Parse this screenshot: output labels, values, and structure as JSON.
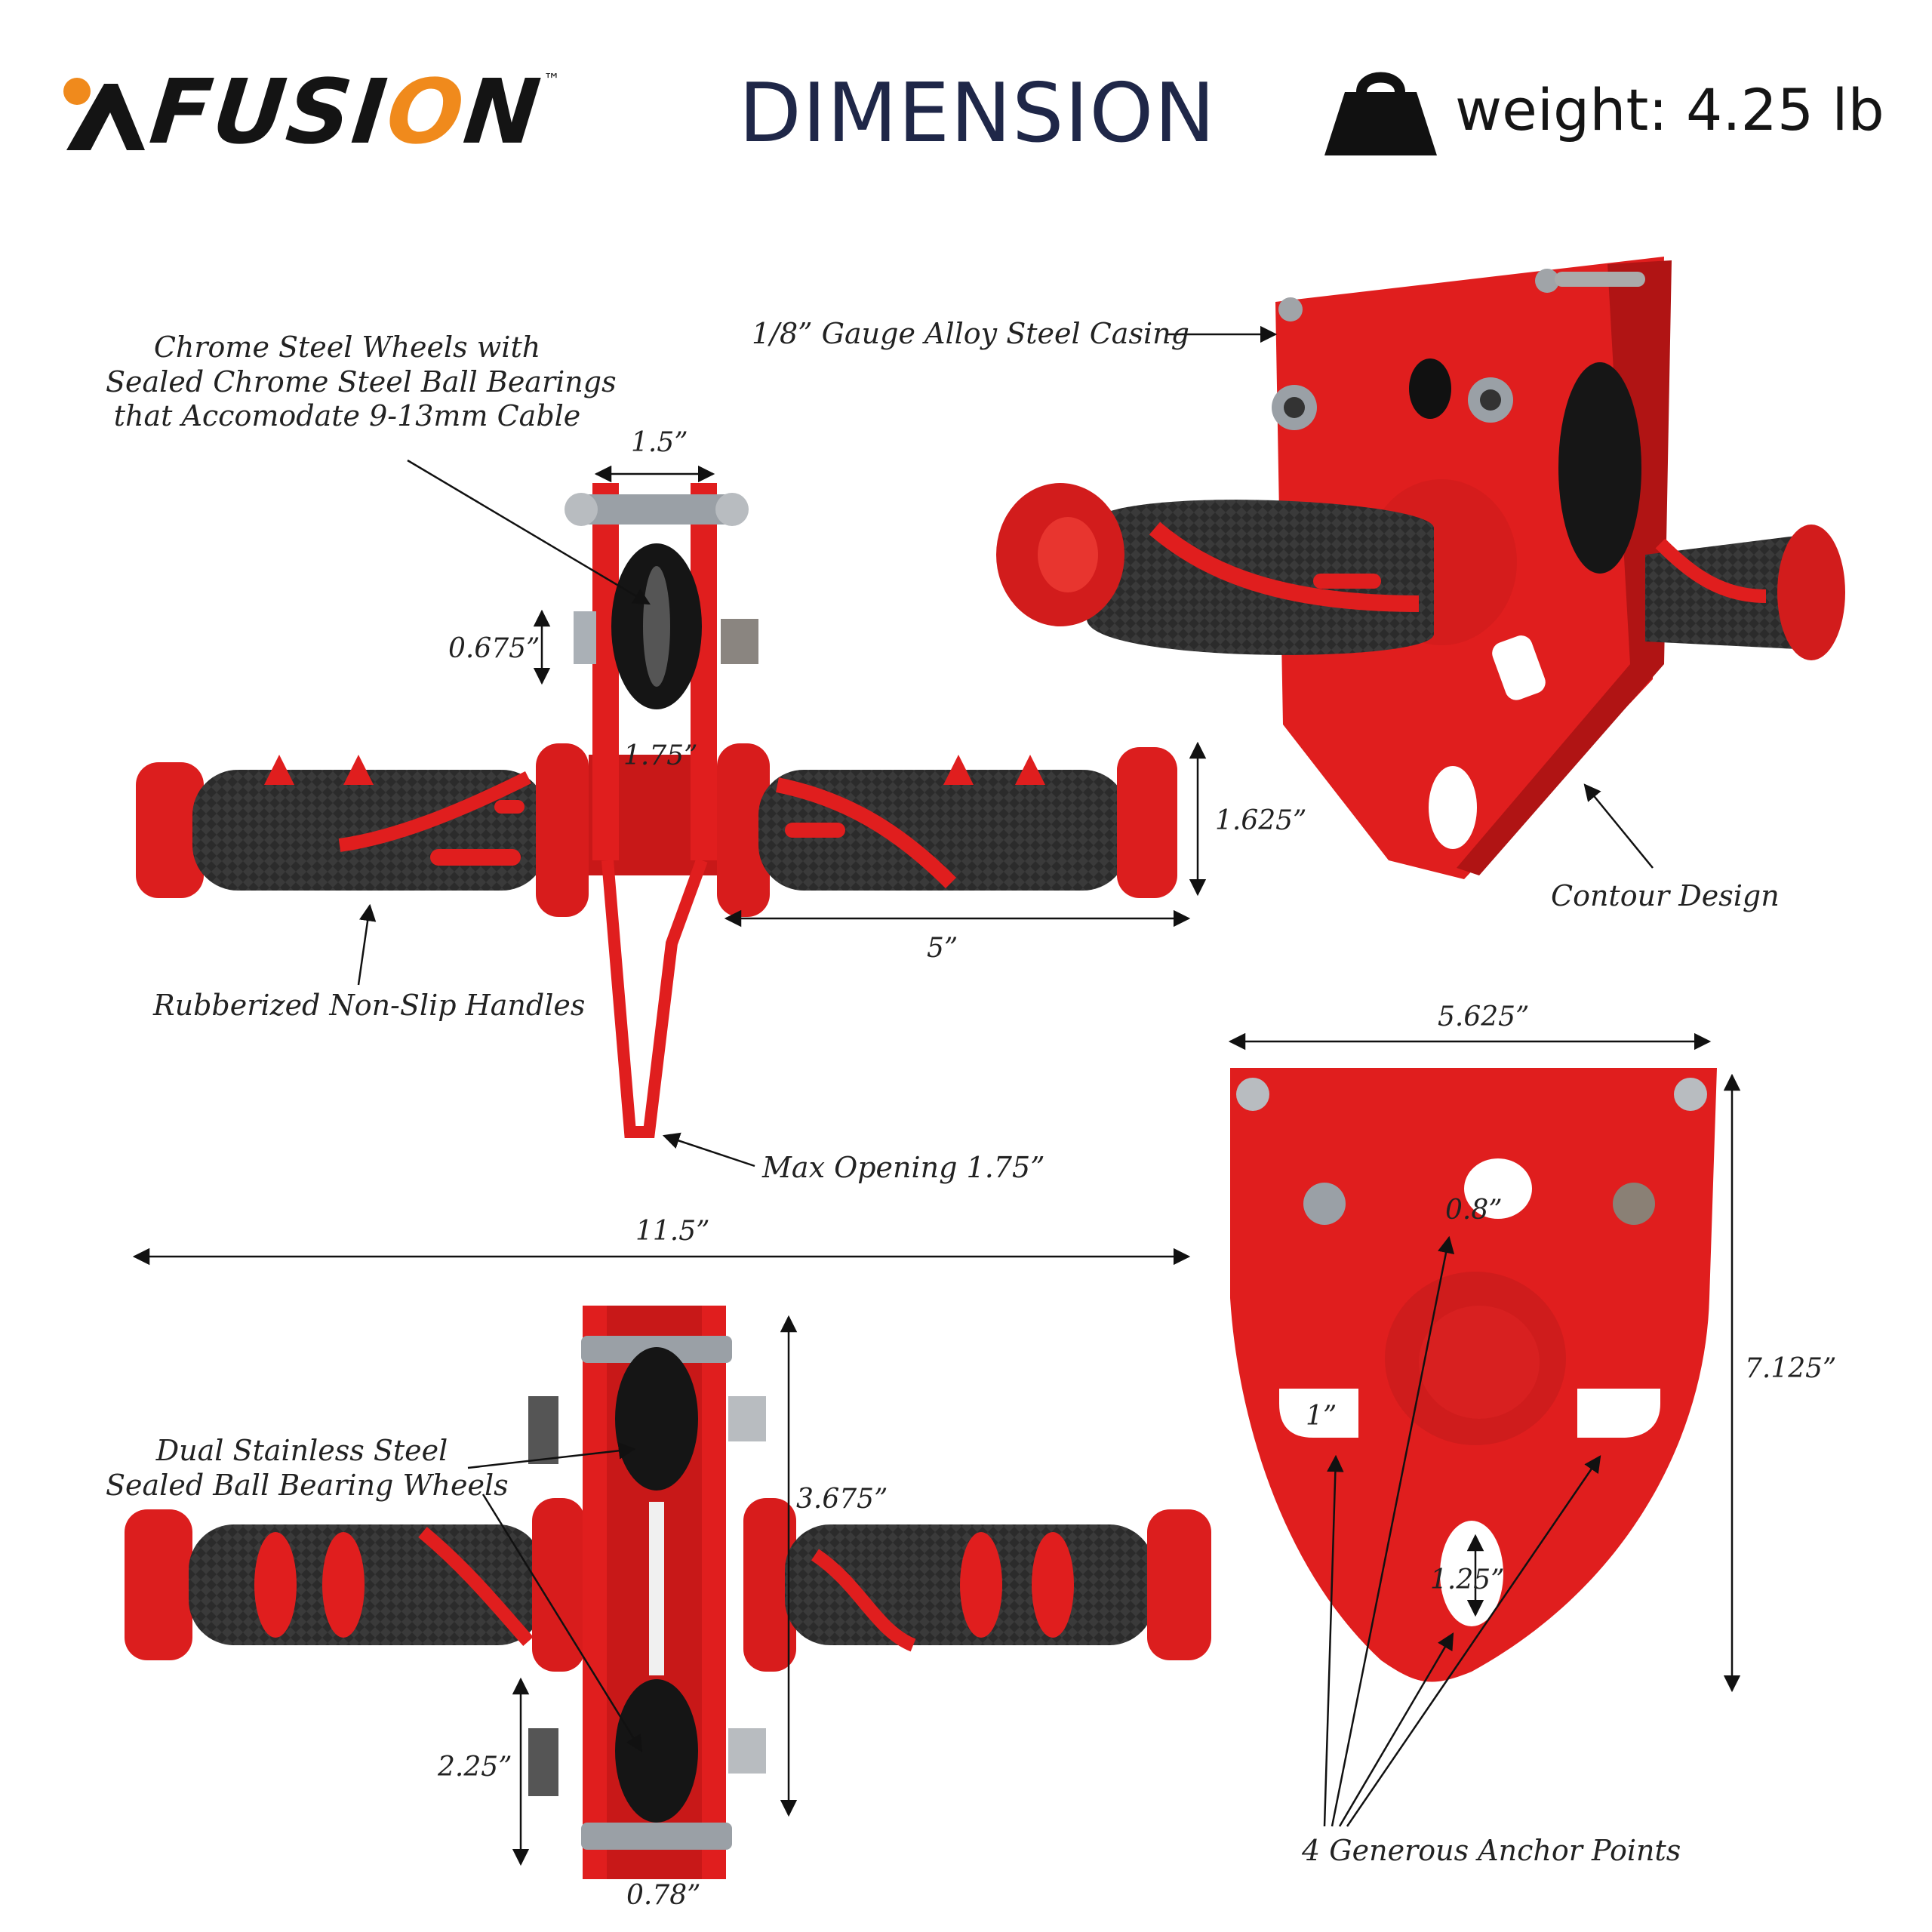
{
  "header": {
    "logo_text_before": "FUSI",
    "logo_text_o": "O",
    "logo_text_after": "N",
    "logo_tm": "™",
    "title": "DIMENSION",
    "weight_label": "weight: 4.25 lb"
  },
  "callouts": {
    "chrome_wheels_line1": "Chrome Steel Wheels with",
    "chrome_wheels_line2": "Sealed Chrome Steel Ball Bearings",
    "chrome_wheels_line3": "that Accomodate 9-13mm Cable",
    "casing": "1/8” Gauge Alloy Steel Casing",
    "contour": "Contour Design",
    "handles": "Rubberized Non-Slip Handles",
    "max_opening": "Max Opening 1.75”",
    "dual_wheels_line1": "Dual Stainless Steel",
    "dual_wheels_line2": "Sealed Ball Bearing Wheels",
    "anchor_points": "4 Generous Anchor Points"
  },
  "dimensions": {
    "top_width": "1.5”",
    "bolt": "0.675”",
    "inner_gap": "1.75”",
    "grip_dia": "1.625”",
    "grip_len": "5”",
    "total_len": "11.5”",
    "plate_width": "5.625”",
    "center_hole": "0.8”",
    "plate_height": "7.125”",
    "side_slot": "1”",
    "bottom_slot": "1.25”",
    "wheel_span": "3.675”",
    "bottom_bolt": "2.25”",
    "bottom_width": "0.78”"
  },
  "colors": {
    "red": "#e01e1e",
    "dark_red": "#b01212",
    "grip": "#2a2a2a",
    "orange": "#f08a1c",
    "title": "#1f2748"
  }
}
